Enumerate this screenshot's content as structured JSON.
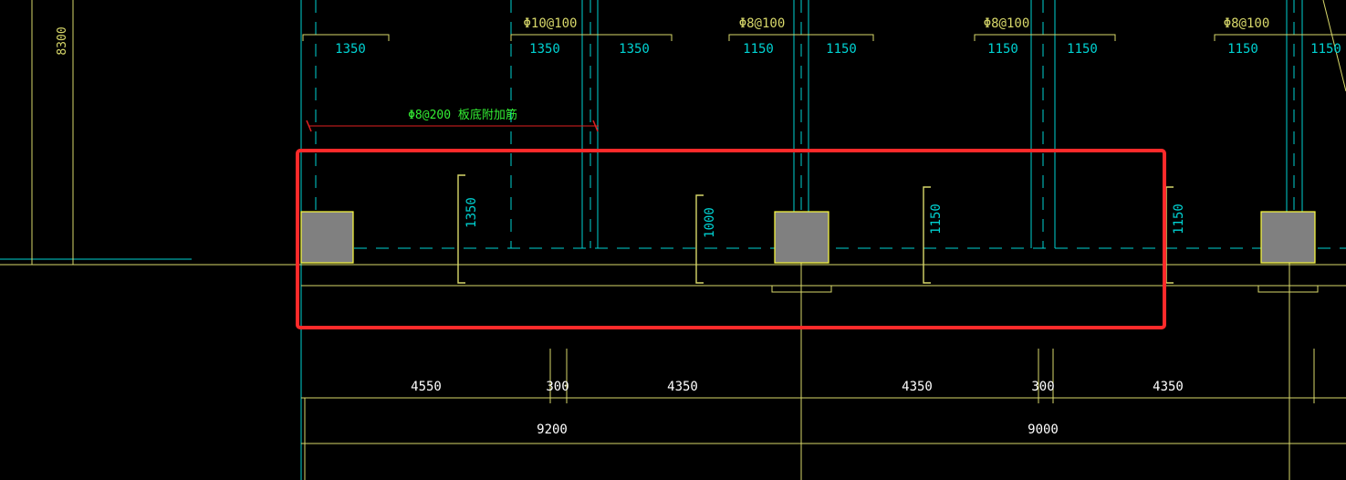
{
  "colors": {
    "background": "#000000",
    "gridline": "#00d2d2",
    "dimension": "#d8d86a",
    "green_text": "#33ee33",
    "red_dim": "#e02020",
    "column_fill": "#808080",
    "column_edge": "#ffff40",
    "highlight_frame": "#ff2a2a",
    "white_text": "#ffffff"
  },
  "drawing": {
    "height_label": "8300",
    "rebar_labels": [
      "Φ10@100",
      "Φ8@100",
      "Φ8@100",
      "Φ8@100"
    ],
    "top_dims": [
      "1350",
      "1350",
      "1350",
      "1150",
      "1150",
      "1150",
      "1150",
      "1150",
      "1150"
    ],
    "added_bar_text": "Φ8@200  板底附加筋",
    "vertical_dims": [
      "1350",
      "1000",
      "1150",
      "1150"
    ],
    "bottom_dims_row1": [
      "4550",
      "300",
      "4350",
      "4350",
      "300",
      "4350"
    ],
    "bottom_dims_row2": [
      "9200",
      "9000"
    ]
  }
}
